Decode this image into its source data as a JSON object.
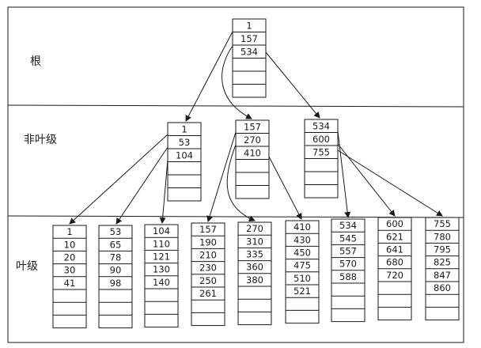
{
  "levels": {
    "root": "根",
    "intermediate": "非叶级",
    "leaf": "叶级"
  },
  "root_node": [
    "1",
    "157",
    "534"
  ],
  "intermediate_nodes": [
    [
      "1",
      "53",
      "104"
    ],
    [
      "157",
      "270",
      "410"
    ],
    [
      "534",
      "600",
      "755"
    ]
  ],
  "leaf_nodes": [
    [
      "1",
      "10",
      "20",
      "30",
      "41"
    ],
    [
      "53",
      "65",
      "78",
      "90",
      "98"
    ],
    [
      "104",
      "110",
      "121",
      "130",
      "140"
    ],
    [
      "157",
      "190",
      "210",
      "230",
      "250",
      "261"
    ],
    [
      "270",
      "310",
      "335",
      "360",
      "380"
    ],
    [
      "410",
      "430",
      "450",
      "475",
      "510",
      "521"
    ],
    [
      "534",
      "545",
      "557",
      "570",
      "588"
    ],
    [
      "600",
      "621",
      "641",
      "680",
      "720"
    ],
    [
      "755",
      "780",
      "795",
      "825",
      "847",
      "860"
    ]
  ],
  "colors": {
    "line": "#1a1a1a",
    "background": "#ffffff"
  }
}
